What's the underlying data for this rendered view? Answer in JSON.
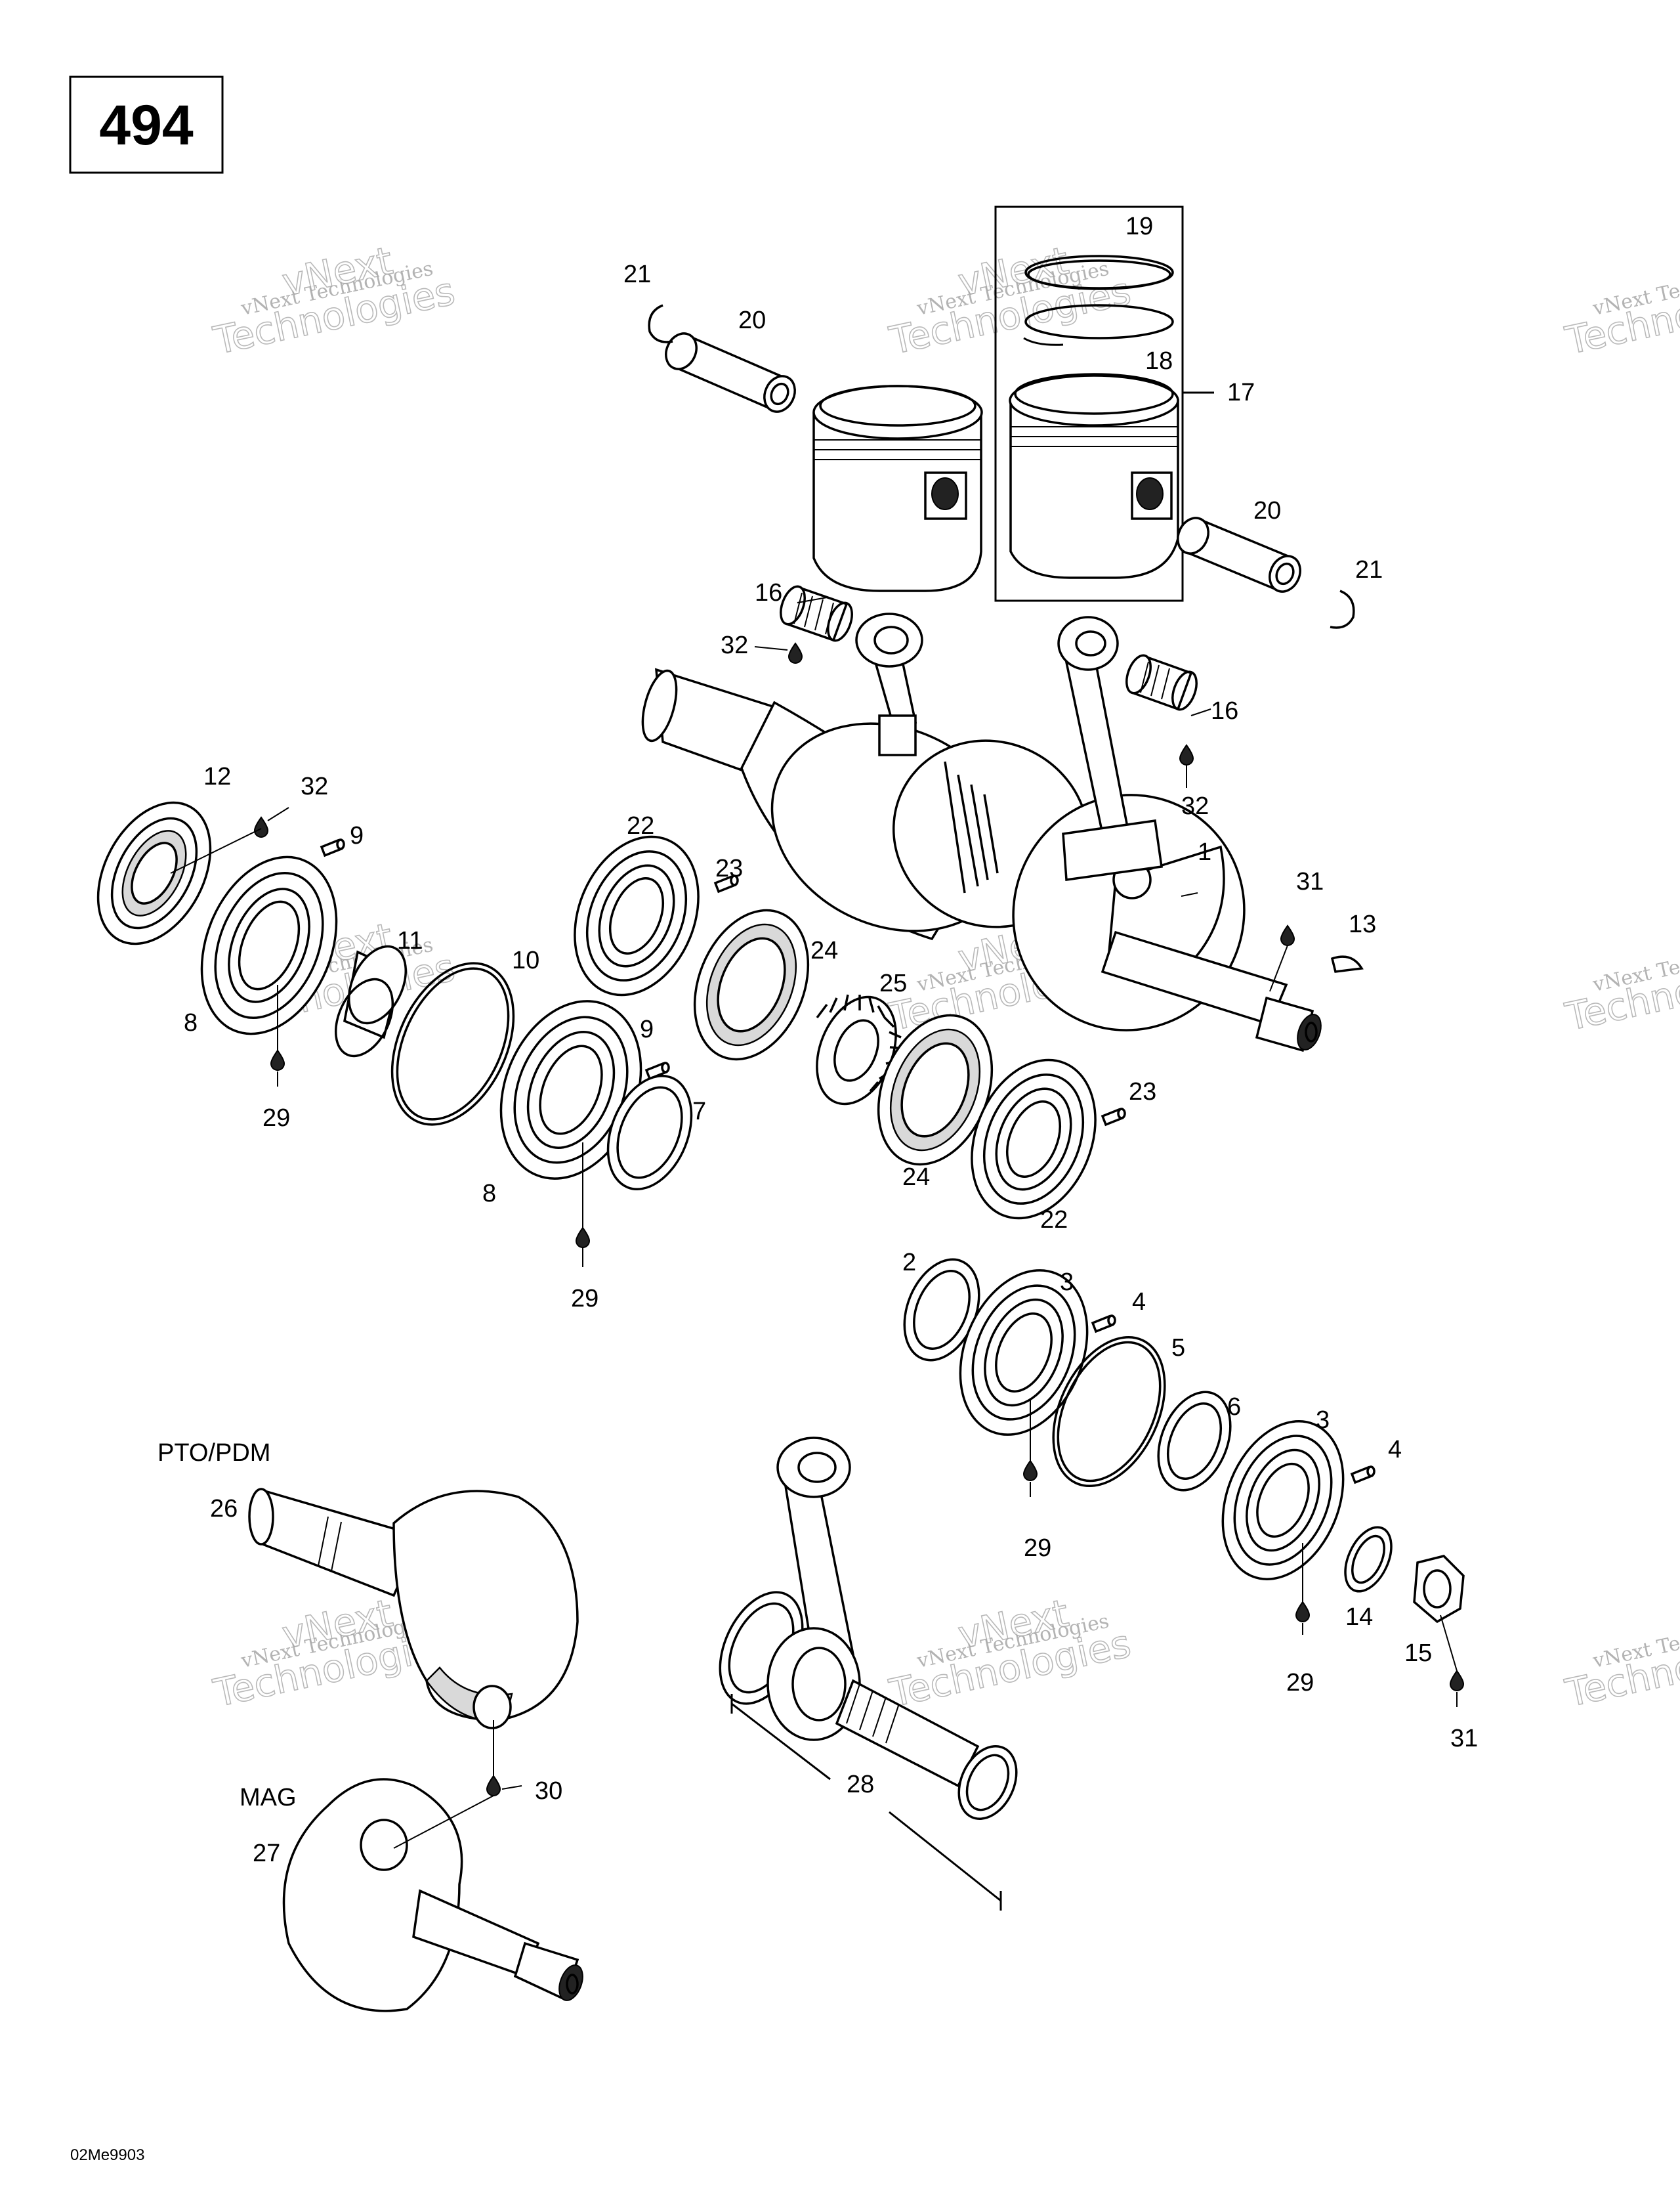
{
  "page_number": "494",
  "drawing_code": "02Me9903",
  "group_labels": {
    "pto": "PTO/PDM",
    "mag": "MAG"
  },
  "watermark": {
    "line1": "vNext Technologies",
    "line2": "Technologies",
    "line3": "vNext"
  },
  "callouts": [
    "1",
    "2",
    "3",
    "3",
    "4",
    "4",
    "5",
    "6",
    "7",
    "8",
    "8",
    "9",
    "9",
    "10",
    "11",
    "12",
    "13",
    "14",
    "15",
    "16",
    "16",
    "17",
    "18",
    "19",
    "20",
    "20",
    "21",
    "21",
    "22",
    "22",
    "23",
    "23",
    "24",
    "24",
    "25",
    "26",
    "27",
    "28",
    "29",
    "29",
    "29",
    "29",
    "30",
    "31",
    "31",
    "32",
    "32",
    "32"
  ]
}
